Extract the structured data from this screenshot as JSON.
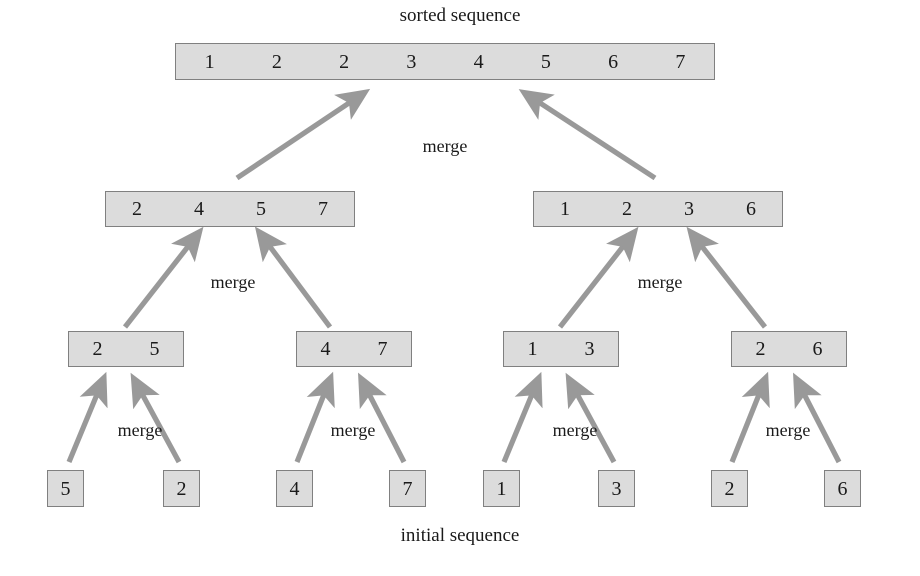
{
  "diagram": {
    "title_top": "sorted sequence",
    "title_bottom": "initial sequence",
    "arrow_color": "#999999",
    "box_fill": "#dcdcdc",
    "box_border": "#808080",
    "text_color": "#1a1a1a"
  },
  "levels": {
    "sorted": {
      "label": "sorted sequence",
      "values": [
        "1",
        "2",
        "2",
        "3",
        "4",
        "5",
        "6",
        "7"
      ]
    },
    "pairs_of_four": [
      {
        "values": [
          "2",
          "4",
          "5",
          "7"
        ]
      },
      {
        "values": [
          "1",
          "2",
          "3",
          "6"
        ]
      }
    ],
    "pairs_of_two": [
      {
        "values": [
          "2",
          "5"
        ]
      },
      {
        "values": [
          "4",
          "7"
        ]
      },
      {
        "values": [
          "1",
          "3"
        ]
      },
      {
        "values": [
          "2",
          "6"
        ]
      }
    ],
    "initial": {
      "label": "initial sequence",
      "values": [
        "5",
        "2",
        "4",
        "7",
        "1",
        "3",
        "2",
        "6"
      ]
    }
  },
  "merge_labels": [
    {
      "text": "merge"
    },
    {
      "text": "merge"
    },
    {
      "text": "merge"
    },
    {
      "text": "merge"
    },
    {
      "text": "merge"
    },
    {
      "text": "merge"
    },
    {
      "text": "merge"
    }
  ]
}
